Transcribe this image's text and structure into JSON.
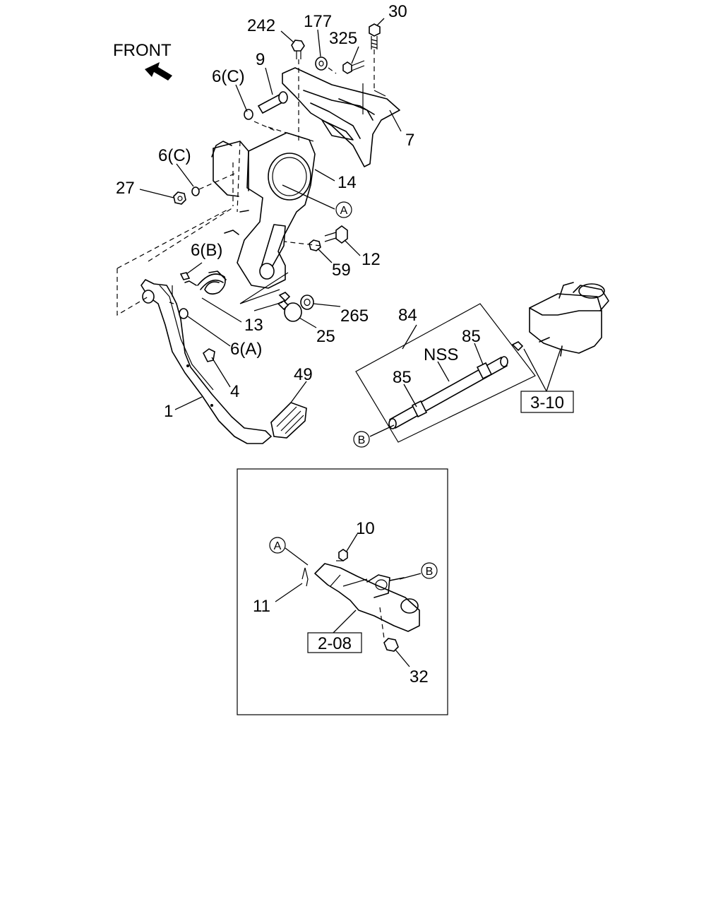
{
  "direction": {
    "label": "FRONT",
    "icon": "arrow-up-left-icon"
  },
  "callouts": {
    "c242": "242",
    "c177": "177",
    "c30": "30",
    "c325": "325",
    "c9": "9",
    "c6c_top": "6(C)",
    "c7": "7",
    "c14": "14",
    "c6c_mid": "6(C)",
    "c27": "27",
    "cA_top": "A",
    "c12": "12",
    "c59": "59",
    "c6b": "6(B)",
    "c13": "13",
    "c265": "265",
    "c25": "25",
    "c6a": "6(A)",
    "c4": "4",
    "c1": "1",
    "c49": "49",
    "c84": "84",
    "c85_right": "85",
    "cNSS": "NSS",
    "c85_left": "85",
    "cB_hose": "B",
    "c3_10": "3-10",
    "c10": "10",
    "cA_inset": "A",
    "cB_inset": "B",
    "c11": "11",
    "c2_08": "2-08",
    "c32": "32"
  }
}
